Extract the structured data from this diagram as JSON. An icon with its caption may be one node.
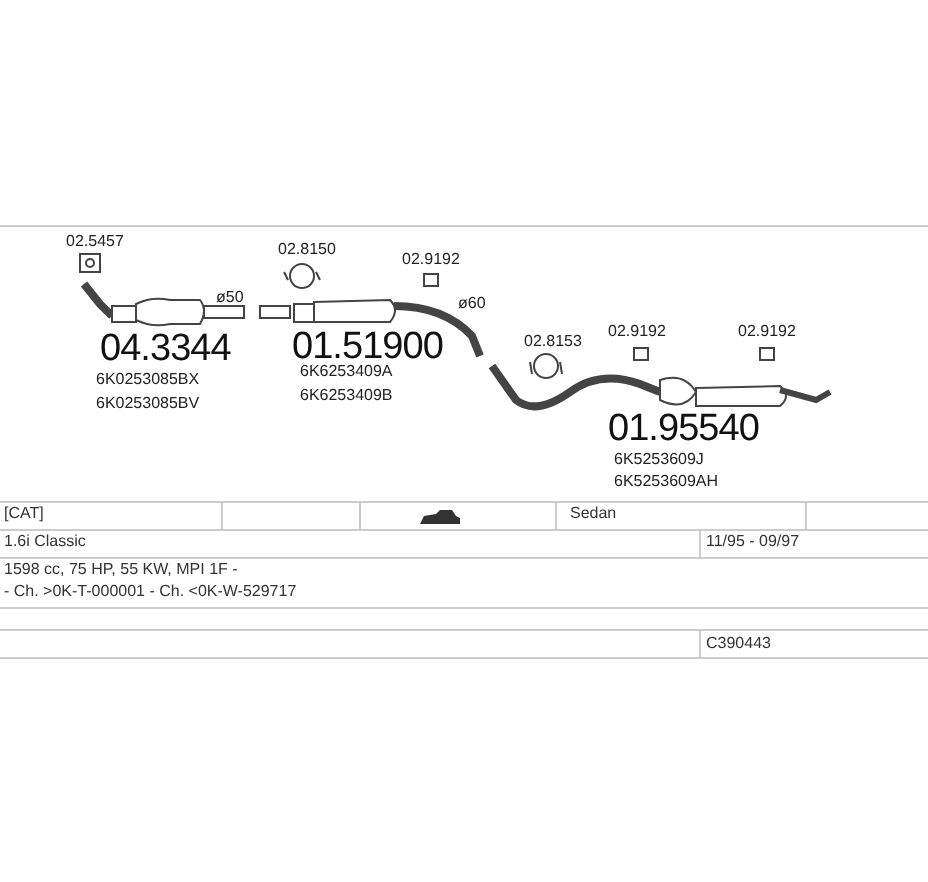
{
  "diagram": {
    "labels": [
      "02.5457",
      "04.3344",
      "6K0253085BX",
      "6K0253085BV",
      "ø50",
      "02.8150",
      "02.9192",
      "01.51900",
      "6K6253409A",
      "6K6253409B",
      "ø60",
      "02.8153",
      "02.9192",
      "02.9192",
      "01.95540",
      "6K5253609J",
      "6K5253609AH",
      "[CAT]",
      "Sedan",
      "1.6i Classic",
      "11/95 - 09/97",
      "1598 cc, 75 HP, 55 KW, MPI 1F -",
      "- Ch. >0K-T-000001 - Ch. <0K-W-529717",
      "C390443"
    ]
  }
}
